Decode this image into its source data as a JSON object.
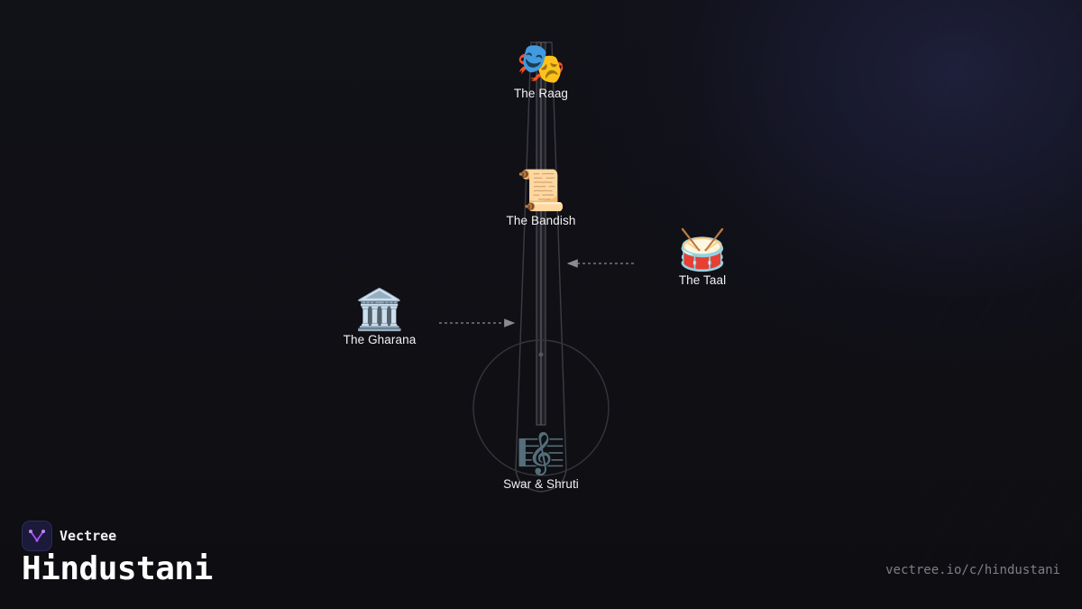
{
  "brand": {
    "name": "Vectree"
  },
  "page": {
    "title": "Hindustani",
    "url": "vectree.io/c/hindustani"
  },
  "nodes": {
    "raag": {
      "emoji": "🎭",
      "label": "The Raag"
    },
    "bandish": {
      "emoji": "📜",
      "label": "The Bandish"
    },
    "taal": {
      "emoji": "🥁",
      "label": "The Taal"
    },
    "gharana": {
      "emoji": "🏛️",
      "label": "The Gharana"
    },
    "swar": {
      "emoji": "🎼",
      "label": "Swar & Shruti"
    }
  },
  "colors": {
    "background": "#0f0f13",
    "instrument_outline": "#4a4a52",
    "arrow": "#8a8a92",
    "brand_accent": "#a855f7"
  }
}
